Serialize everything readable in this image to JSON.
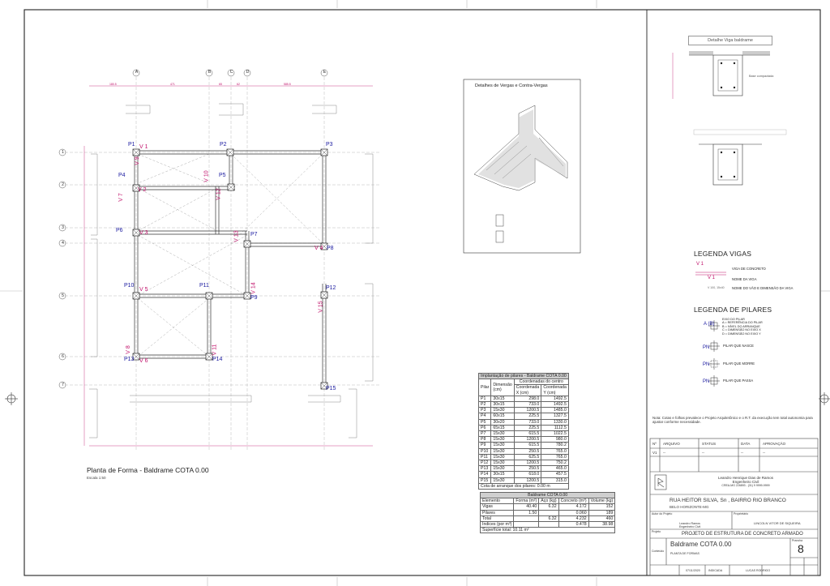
{
  "plan": {
    "title": "Planta de Forma - Baldrame COTA 0.00",
    "scale": "Escala 1:50"
  },
  "axes_letters": [
    "A",
    "B",
    "C",
    "D",
    "E"
  ],
  "axes_numbers": [
    "1",
    "2",
    "3",
    "4",
    "5",
    "6",
    "7"
  ],
  "pillars": [
    "P1",
    "P2",
    "P3",
    "P4",
    "P5",
    "P6",
    "P7",
    "P8",
    "P9",
    "P10",
    "P11",
    "P12",
    "P13",
    "P14",
    "P15"
  ],
  "beams": [
    "V 1",
    "V 2",
    "V 3",
    "V 4",
    "V 5",
    "V 6",
    "V 7",
    "V 8",
    "V 9",
    "V 10",
    "V 11",
    "V 12",
    "V 13",
    "V 14",
    "V 15"
  ],
  "detail_vergas": {
    "title": "Detalhes de Vergas e Contra-Vergas"
  },
  "detail_viga": {
    "title": "Detalhe Viga baldrame",
    "soil": "Base compactada"
  },
  "legenda_vigas": {
    "title": "LEGENDA VIGAS",
    "sym1": "V 1",
    "txt1": "VIGA DE CONCRETO",
    "sym2": "V 1",
    "txt2": "NOME DA VIGA",
    "sym3": "V 100, 15x40",
    "txt3": "NOME DO VÃO E DIMENSÃO DA VIGA"
  },
  "legenda_pilares": {
    "title": "LEGENDA DE PILARES",
    "sym": "A (B)",
    "l1": "EIXO DO PILAR",
    "l2": "A = REFERÊNCIA DO PILAR",
    "l3": "B = NÍVEL DO ARRANQUE",
    "l4": "C = DIMENSÃO NO EIXO X",
    "l5": "D = DIMENSÃO NO EIXO Y",
    "pn": "PN",
    "nasce": "PILAR QUE NASCE",
    "morre": "PILAR QUE MORRE",
    "passa": "PILAR QUE PASSA"
  },
  "note": "Nota: Cotas e folhas prevalece o Projeto Arquitetônico e o R.T. da execução tem total autonomia para ajustar conforme necessidade.",
  "revisions": {
    "headers": [
      "Nº",
      "ARQUIVO",
      "STATUS",
      "DATA",
      "APROVAÇÃO"
    ],
    "row": [
      "V1",
      "--",
      "--",
      "--",
      "--"
    ]
  },
  "titleblock": {
    "company": "Leandro Henrique Dias de Ramos",
    "role": "Engenheiro Civil",
    "contact": "CREA-MG 226893 - (31) 9 9999-9999",
    "address": "RUA HEITOR SILVA, Sn , BAIRRO RIO BRANCO",
    "city": "BELO HORIZONTE-MG",
    "author_label": "Autor do Projeto",
    "author": "Leandro Ramos",
    "author_role": "Engenheiro Civil",
    "owner_label": "Proprietário",
    "owner": "LINCOLN VITOR DE SIQUEIRA",
    "project_label": "Projeto",
    "project": "PROJETO DE ESTRUTURA DE CONCRETO ARMADO",
    "content_label": "Conteúdo",
    "content": "Baldrame COTA 0.00",
    "content_sub": "PLANTA DE FORMAS",
    "sheet_label": "Prancha",
    "sheet": "8",
    "date": "07/11/2020",
    "scale": "INDICADA",
    "drawn": "LUCAS RODRIGO"
  },
  "pillar_table": {
    "title": "Implantação de pilares - Baldrame COTA 0.00",
    "headers": [
      "Pilar",
      "Dimensão (cm)",
      "Coordenada X (cm)",
      "Coordenada Y (cm)"
    ],
    "group": "Coordenadas do centro",
    "rows": [
      [
        "P1",
        "30x15",
        "298.0",
        "1492.5"
      ],
      [
        "P2",
        "30x15",
        "733.0",
        "1492.5"
      ],
      [
        "P3",
        "15x30",
        "1200.5",
        "1485.0"
      ],
      [
        "P4",
        "60x15",
        "225.5",
        "1327.5"
      ],
      [
        "P5",
        "30x20",
        "733.0",
        "1330.0"
      ],
      [
        "P6",
        "65x15",
        "225.5",
        "1112.5"
      ],
      [
        "P7",
        "15x30",
        "615.5",
        "1022.5"
      ],
      [
        "P8",
        "15x30",
        "1200.5",
        "980.0"
      ],
      [
        "P9",
        "15x30",
        "615.5",
        "780.2"
      ],
      [
        "P10",
        "15x30",
        "250.5",
        "765.0"
      ],
      [
        "P11",
        "15x30",
        "625.5",
        "765.0"
      ],
      [
        "P12",
        "15x30",
        "1200.5",
        "750.2"
      ],
      [
        "P13",
        "15x30",
        "250.5",
        "465.0"
      ],
      [
        "P14",
        "30x15",
        "618.0",
        "457.5"
      ],
      [
        "P15",
        "15x30",
        "1200.5",
        "315.0"
      ]
    ],
    "footer": "Cota de arranque dos pilares: 0.00 m"
  },
  "materials_table": {
    "title": "Baldrame COTA 0.00",
    "headers": [
      "Elemento",
      "Forma (m²)",
      "Aço (kg)",
      "Concreto (m³)",
      "Volume (kg)"
    ],
    "rows": [
      [
        "Vigas",
        "40.40",
        "6.32",
        "4.172",
        "152"
      ],
      [
        "Pilares",
        "1.50",
        "",
        "0.060",
        "189"
      ],
      [
        "Total",
        "",
        "6.32",
        "4.232",
        "460"
      ],
      [
        "Índices (por m³)",
        "",
        "",
        "0.478",
        "38.98"
      ]
    ],
    "footer": "Superfície total: 10.11 m²"
  },
  "colors": {
    "beam": "#c0106a",
    "pillar_text": "#1a1aa0",
    "grid": "#9a9a9a"
  }
}
